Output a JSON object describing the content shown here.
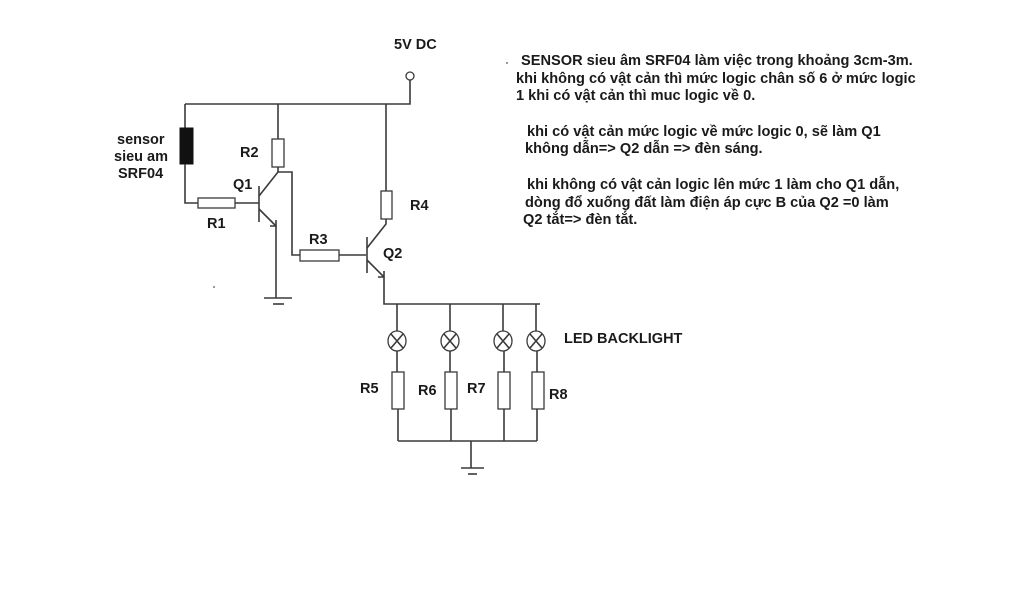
{
  "diagram": {
    "type": "circuit-schematic",
    "supply_label": "5V DC",
    "sensor_label": [
      "sensor",
      "sieu am",
      "SRF04"
    ],
    "components": {
      "R1": "R1",
      "R2": "R2",
      "R3": "R3",
      "R4": "R4",
      "R5": "R5",
      "R6": "R6",
      "R7": "R7",
      "R8": "R8",
      "Q1": "Q1",
      "Q2": "Q2"
    },
    "led_label": "LED BACKLIGHT",
    "lamp_count": 4,
    "colors": {
      "wire": "#3a3a3a",
      "sensor_fill": "#111111",
      "text": "#1a1a1a",
      "background": "#ffffff"
    }
  },
  "notes": {
    "paragraph1": [
      "SENSOR sieu âm SRF04 làm việc trong khoảng 3cm-3m.",
      "khi không có vật cản thì mức logic chân số 6 ở mức logic",
      "1 khi có vật cản thì muc logic về 0."
    ],
    "paragraph2": [
      "khi có vật cản mức logic về mức logic 0, sẽ làm Q1",
      "không dẫn=> Q2 dẫn => đèn sáng."
    ],
    "paragraph3": [
      "khi không có vật cản logic lên mức 1 làm cho Q1 dẫn,",
      "dòng đổ xuống đất làm điện áp cực B của Q2 =0 làm",
      "Q2 tắt=> đèn tắt."
    ]
  }
}
